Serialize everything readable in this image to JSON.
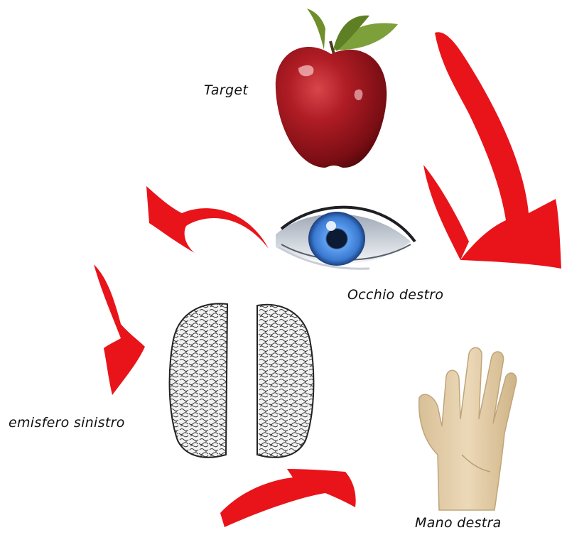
{
  "labels": {
    "target": "Target",
    "eye": "Occhio destro",
    "brain": "emisfero sinistro",
    "hand": "Mano destra"
  },
  "icons": {
    "target": "apple-icon",
    "eye": "eye-icon",
    "brain": "brain-icon",
    "hand": "hand-icon"
  },
  "colors": {
    "arrow": "#e8141a",
    "apple": "#a3161d",
    "leaf": "#6f8f2a",
    "iris": "#4a8fe0",
    "skin": "#e5cfa9"
  }
}
